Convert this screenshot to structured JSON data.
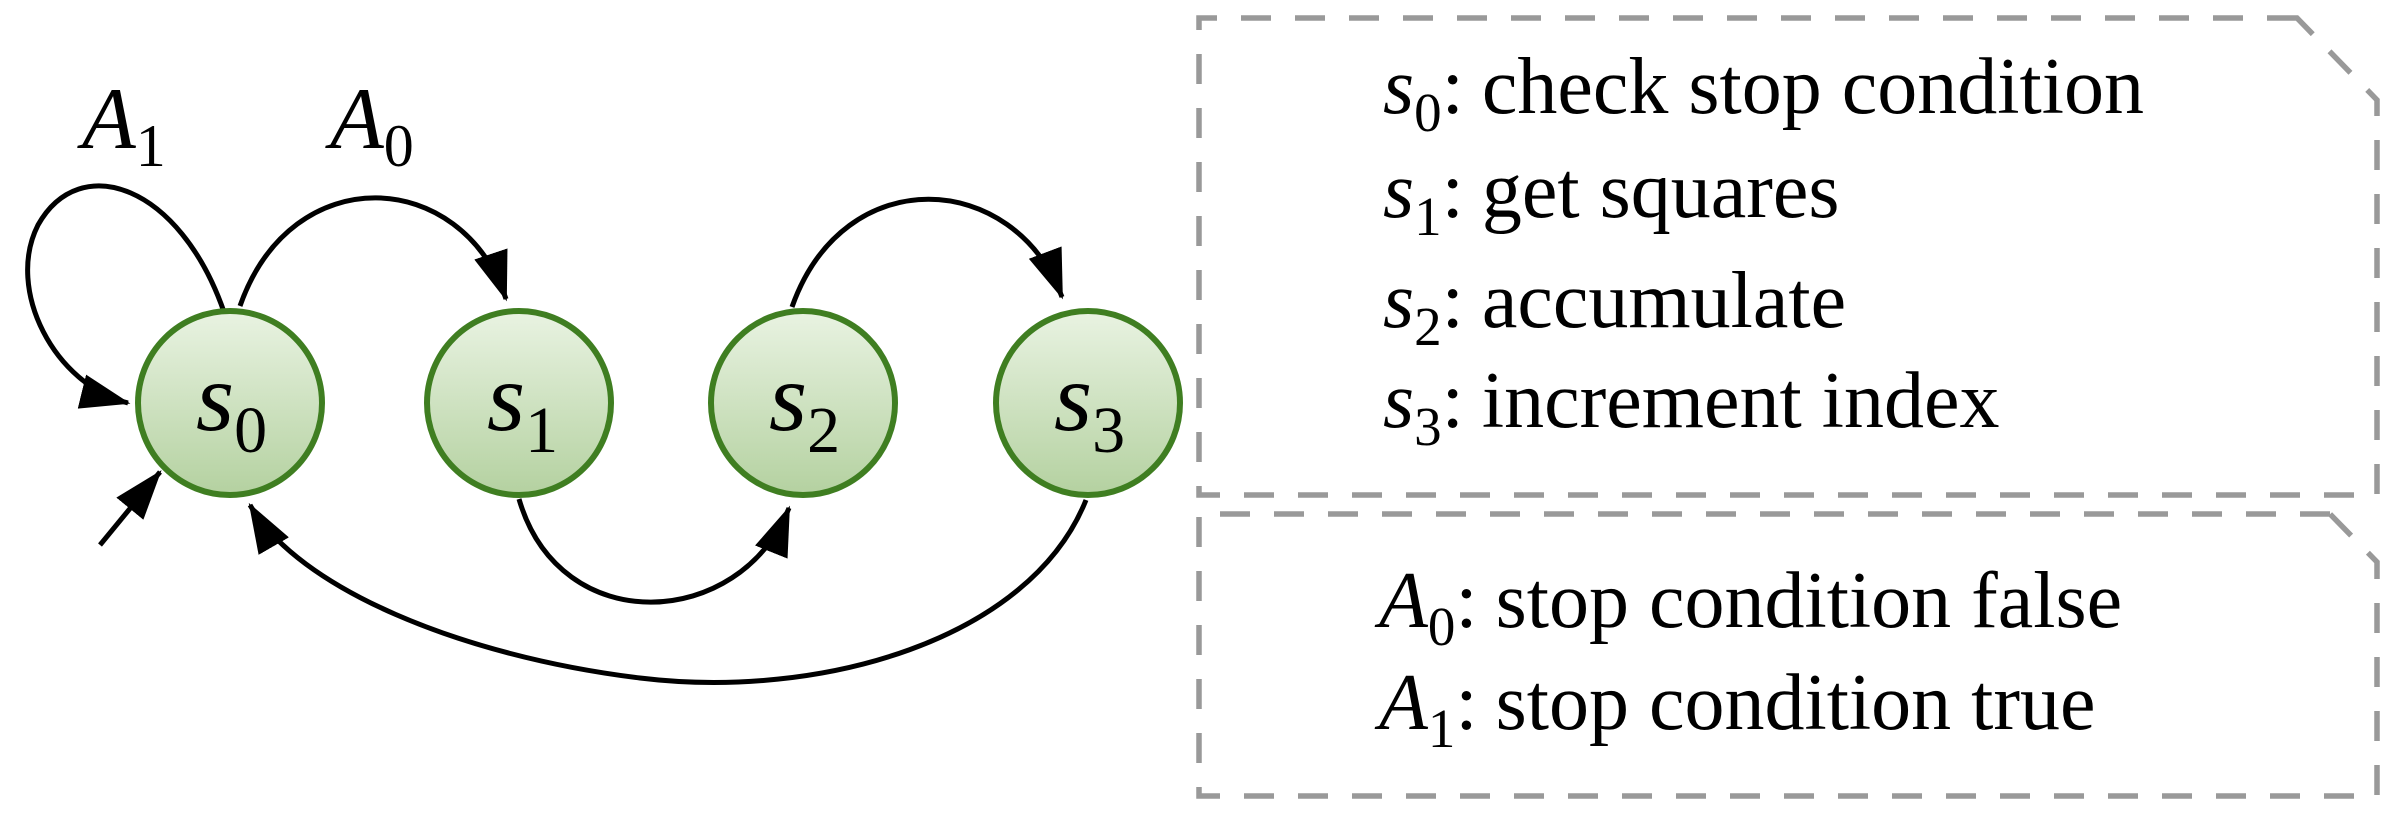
{
  "diagram": {
    "title_hint": "finite state machine",
    "separator": ":",
    "states": [
      {
        "symbol": "s",
        "sub": "0",
        "desc": "check stop condition"
      },
      {
        "symbol": "s",
        "sub": "1",
        "desc": "get squares"
      },
      {
        "symbol": "s",
        "sub": "2",
        "desc": "accumulate"
      },
      {
        "symbol": "s",
        "sub": "3",
        "desc": "increment index"
      }
    ],
    "actions": [
      {
        "symbol": "A",
        "sub": "0",
        "desc": "stop condition false"
      },
      {
        "symbol": "A",
        "sub": "1",
        "desc": "stop condition true"
      }
    ],
    "colors": {
      "state_fill_top": "#e9f3e2",
      "state_fill_bottom": "#b4d1a0",
      "state_border": "#3f7e21",
      "edge": "#000000",
      "note_border": "#999999",
      "background": "#ffffff"
    }
  }
}
